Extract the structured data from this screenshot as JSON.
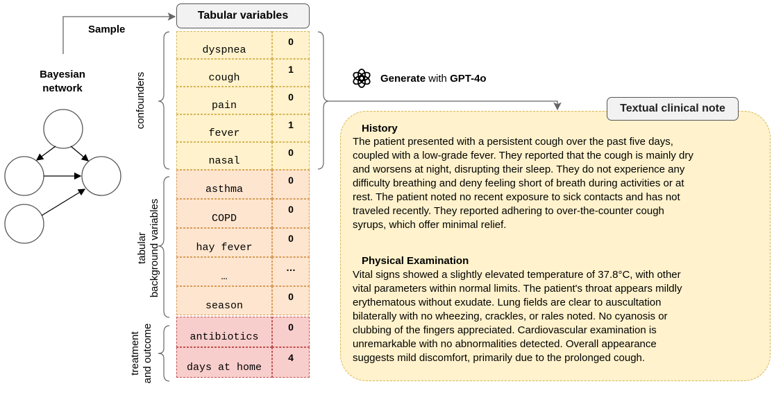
{
  "sample_label": "Sample",
  "bayesian_label": "Bayesian\nnetwork",
  "table": {
    "header": "Tabular variables",
    "groups": [
      {
        "label": "confounders",
        "rows": [
          {
            "name": "dyspnea",
            "value": "0"
          },
          {
            "name": "cough",
            "value": "1"
          },
          {
            "name": "pain",
            "value": "0"
          },
          {
            "name": "fever",
            "value": "1"
          },
          {
            "name": "nasal",
            "value": "0"
          }
        ]
      },
      {
        "label": "tabular\nbackground variables",
        "rows": [
          {
            "name": "asthma",
            "value": "0"
          },
          {
            "name": "COPD",
            "value": "0"
          },
          {
            "name": "hay fever",
            "value": "0"
          },
          {
            "name": "…",
            "value": "…"
          },
          {
            "name": "season",
            "value": "0"
          }
        ]
      },
      {
        "label": "treatment\nand outcome",
        "rows": [
          {
            "name": "antibiotics",
            "value": "0"
          },
          {
            "name": "days at home",
            "value": "4"
          }
        ]
      }
    ]
  },
  "generate": {
    "prefix": "Generate",
    "mid": " with ",
    "model": "GPT-4o",
    "icon": "openai-logo-icon"
  },
  "note": {
    "header": "Textual clinical note",
    "history_title": "History",
    "history_lines": [
      "The patient presented with a persistent cough over the past five days,",
      "coupled with a low-grade fever. They reported that the cough is mainly dry",
      "and worsens at night, disrupting their sleep. They do not experience any",
      "difficulty breathing and deny feeling short of breath during activities or at",
      "rest. The patient noted no recent exposure to sick contacts and has not",
      "traveled recently. They reported adhering to over-the-counter cough",
      "syrups, which offer minimal relief."
    ],
    "exam_title": "Physical Examination",
    "exam_lines": [
      "Vital signs showed a slightly elevated temperature of 37.8°C, with other",
      "vital parameters within normal limits. The patient's throat appears mildly",
      "erythematous without exudate. Lung fields are clear to auscultation",
      "bilaterally with no wheezing, crackles, or rales noted. No cyanosis or",
      "clubbing of the fingers appreciated. Cardiovascular examination is",
      "unremarkable with no abnormalities detected. Overall appearance",
      "suggests mild discomfort, primarily due to the prolonged cough."
    ]
  }
}
